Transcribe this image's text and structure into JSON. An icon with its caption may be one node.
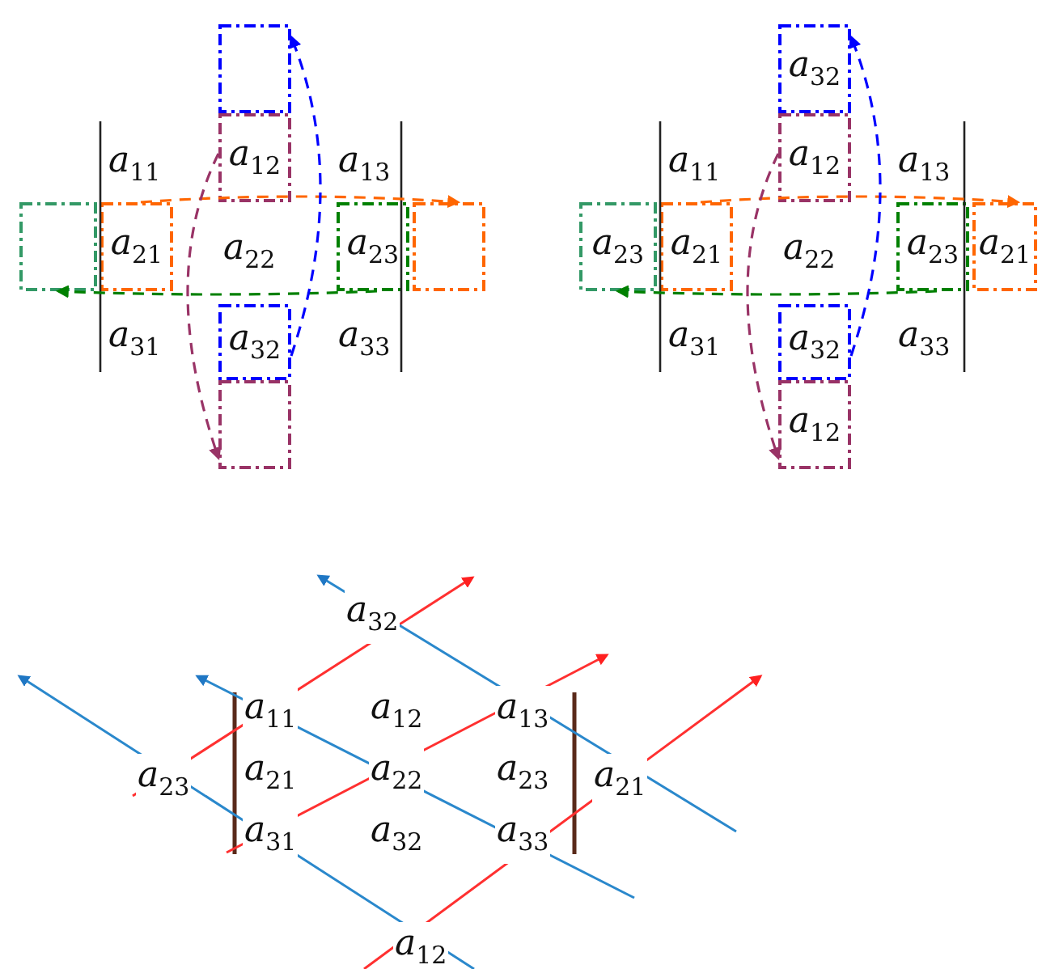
{
  "diagram": {
    "nodes": [
      {
        "text": [],
        "shape": "box"
      },
      {
        "text": [
          "*a*$_{12}$"
        ]
      },
      {
        "text": [],
        "shape": "box"
      },
      {
        "text": [
          "*a*$_{21}$"
        ]
      },
      {
        "text": [
          "*a*$_{23}$"
        ]
      },
      {
        "text": [],
        "shape": "box"
      },
      {
        "text": [
          "*a*$_{32}$"
        ]
      },
      {
        "text": [],
        "shape": "box"
      },
      {
        "text": [
          "*a*$_{32}$"
        ]
      },
      {
        "text": [
          "*a*$_{12}$"
        ]
      },
      {
        "text": [
          "*a*$_{23}$"
        ]
      },
      {
        "text": [
          "*a*$_{21}$"
        ]
      },
      {
        "text": [
          "*a*$_{23}$"
        ]
      },
      {
        "text": [
          "*a*$_{21}$"
        ]
      },
      {
        "text": [
          "*a*$_{32}$"
        ]
      },
      {
        "text": [
          "*a*$_{12}$"
        ]
      }
    ],
    "edges": [
      {
        "from": 3,
        "to": 5,
        "arrow": "to",
        "style": "dashed",
        "color": "#ff6600"
      },
      {
        "from": 4,
        "to": 2,
        "arrow": "to",
        "style": "dashed",
        "color": "#008000"
      },
      {
        "from": 6,
        "to": 0,
        "arrow": "to",
        "style": "dashed",
        "color": "#0000ff"
      },
      {
        "from": 1,
        "to": 7,
        "arrow": "to",
        "style": "dashed",
        "color": "#993366"
      },
      {
        "from": 11,
        "to": 13,
        "arrow": "to",
        "style": "dashed",
        "color": "#ff6600"
      },
      {
        "from": 12,
        "to": 10,
        "arrow": "to",
        "style": "dashed",
        "color": "#008000"
      },
      {
        "from": 14,
        "to": 8,
        "arrow": "to",
        "style": "dashed",
        "color": "#0000ff"
      },
      {
        "from": 9,
        "to": 15,
        "arrow": "to",
        "style": "dashed",
        "color": "#993366"
      }
    ],
    "labels": [
      "*a*$_{11}$",
      "*a*$_{13}$",
      "*a*$_{22}$",
      "*a*$_{31}$",
      "*a*$_{33}$",
      "*a*$_{11}$",
      "*a*$_{13}$",
      "*a*$_{22}$",
      "*a*$_{31}$",
      "*a*$_{33}$",
      "*a*$_{32}$",
      "*a*$_{11}$",
      "*a*$_{12}$",
      "*a*$_{13}$",
      "*a*$_{23}$",
      "*a*$_{21}$",
      "*a*$_{22}$",
      "*a*$_{23}$",
      "*a*$_{21}$",
      "*a*$_{31}$",
      "*a*$_{32}$",
      "*a*$_{33}$",
      "*a*$_{12}$"
    ]
  }
}
